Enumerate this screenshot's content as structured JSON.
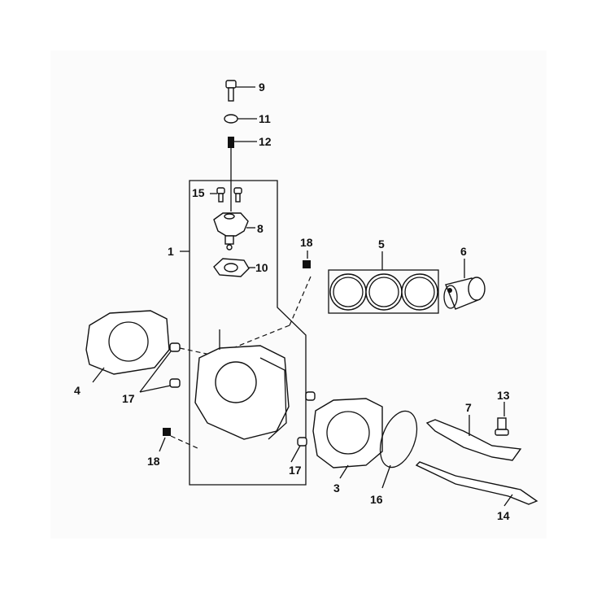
{
  "diagram": {
    "callouts": [
      {
        "id": "9",
        "text": "9"
      },
      {
        "id": "11",
        "text": "11"
      },
      {
        "id": "12",
        "text": "12"
      },
      {
        "id": "15",
        "text": "15"
      },
      {
        "id": "8",
        "text": "8"
      },
      {
        "id": "1",
        "text": "1"
      },
      {
        "id": "18a",
        "text": "18"
      },
      {
        "id": "5",
        "text": "5"
      },
      {
        "id": "6",
        "text": "6"
      },
      {
        "id": "10",
        "text": "10"
      },
      {
        "id": "4",
        "text": "4"
      },
      {
        "id": "17a",
        "text": "17"
      },
      {
        "id": "18b",
        "text": "18"
      },
      {
        "id": "17b",
        "text": "17"
      },
      {
        "id": "3",
        "text": "3"
      },
      {
        "id": "16",
        "text": "16"
      },
      {
        "id": "7",
        "text": "7"
      },
      {
        "id": "13",
        "text": "13"
      },
      {
        "id": "14",
        "text": "14"
      }
    ]
  }
}
